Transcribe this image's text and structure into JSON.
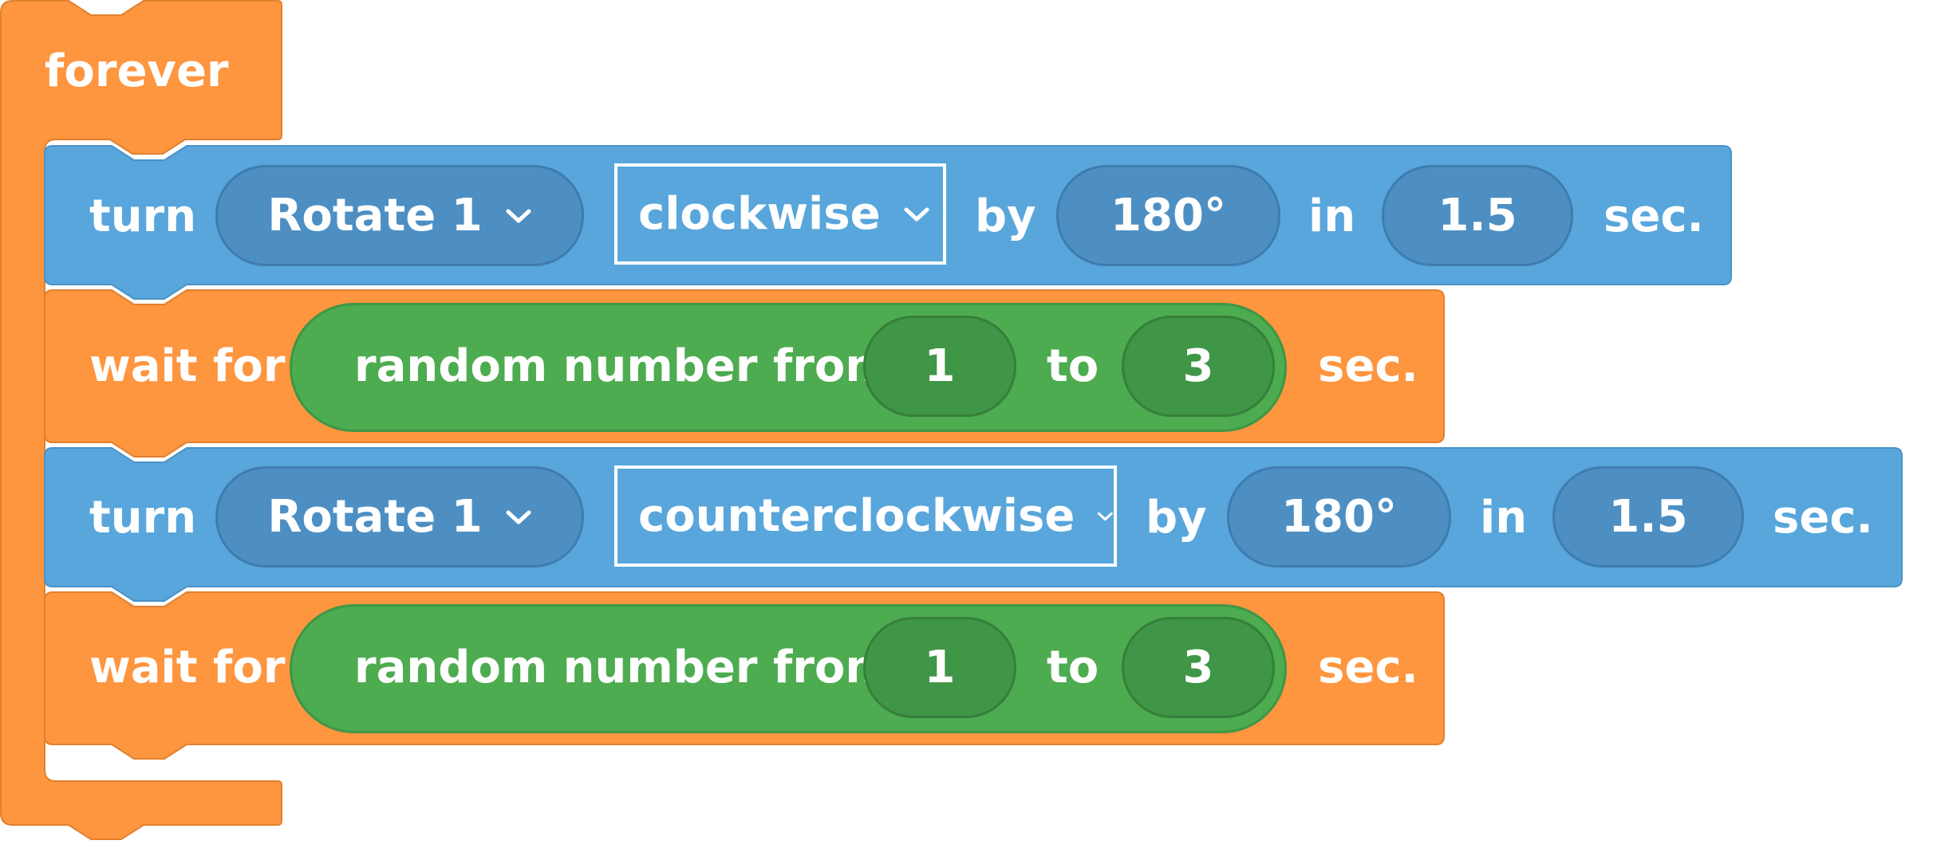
{
  "colors": {
    "control": "#fe953f",
    "motion": "#58a6db",
    "operator": "#4dab50",
    "field_blue": "#4d8fc3",
    "field_green": "#3f9646"
  },
  "forever": {
    "label": "forever"
  },
  "turn1": {
    "verb": "turn",
    "motor": "Rotate 1",
    "direction": "clockwise",
    "by": "by",
    "angle": "180°",
    "in": "in",
    "duration": "1.5",
    "unit": "sec."
  },
  "wait1": {
    "verb": "wait for",
    "reporter": "random number from",
    "from": "1",
    "to": "to",
    "max": "3",
    "unit": "sec."
  },
  "turn2": {
    "verb": "turn",
    "motor": "Rotate 1",
    "direction": "counterclockwise",
    "by": "by",
    "angle": "180°",
    "in": "in",
    "duration": "1.5",
    "unit": "sec."
  },
  "wait2": {
    "verb": "wait for",
    "reporter": "random number from",
    "from": "1",
    "to": "to",
    "max": "3",
    "unit": "sec."
  },
  "icons": {
    "dropdown": "chevron-down-icon"
  }
}
